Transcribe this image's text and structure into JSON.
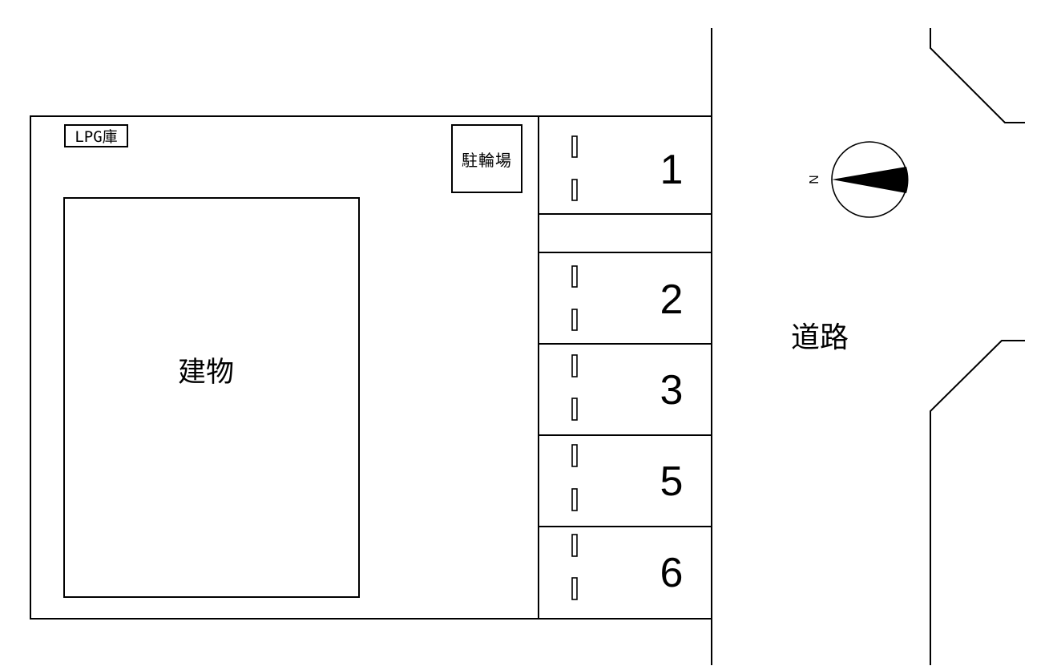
{
  "diagram": {
    "type": "site-plan",
    "labels": {
      "lpg_storage": "LPG庫",
      "bicycle_parking": "駐輪場",
      "building": "建物",
      "road": "道路",
      "north": "N"
    },
    "parking_spaces": [
      {
        "number": "1"
      },
      {
        "number": "2"
      },
      {
        "number": "3"
      },
      {
        "number": "5"
      },
      {
        "number": "6"
      }
    ],
    "colors": {
      "line": "#000000",
      "background": "#ffffff"
    }
  }
}
